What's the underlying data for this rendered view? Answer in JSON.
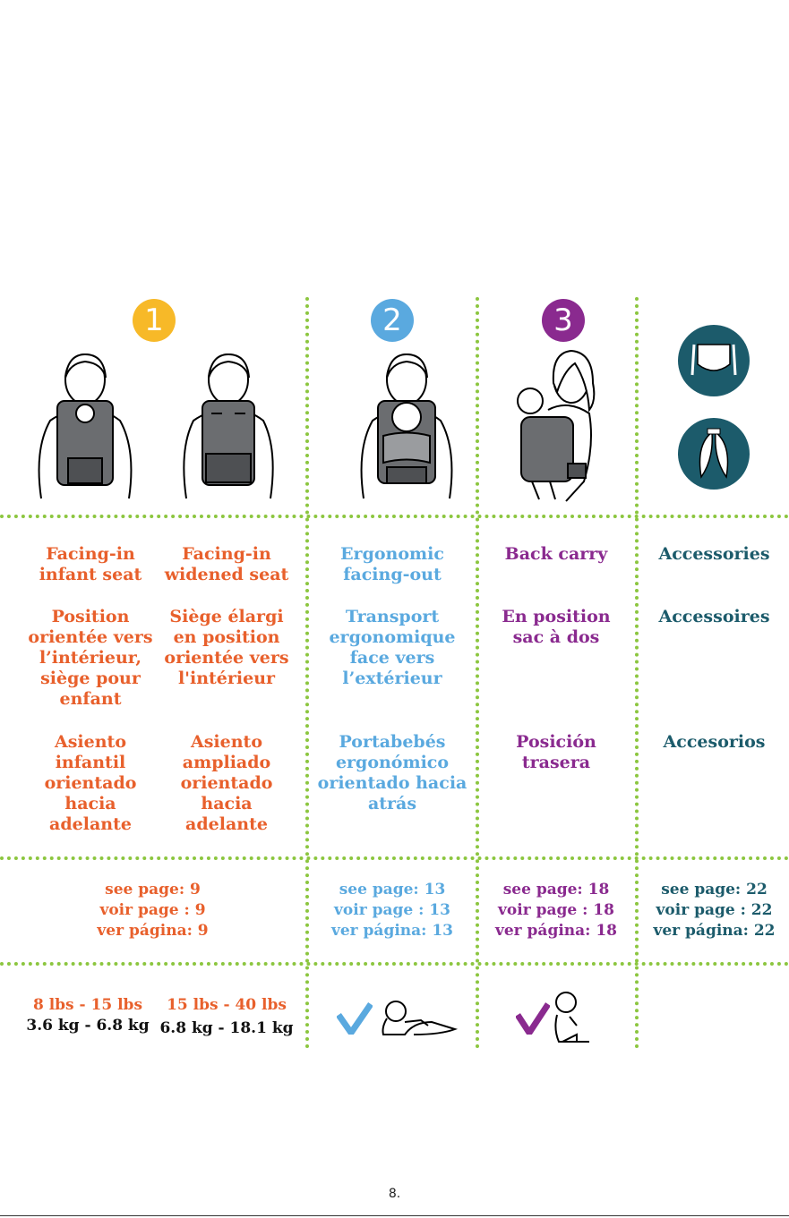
{
  "colors": {
    "orange": "#e8602c",
    "blue": "#5aa9df",
    "purple": "#8a2a8f",
    "teal": "#1c5b6b",
    "yellow_badge": "#f7b928",
    "blue_badge": "#5aa9df",
    "purple_badge": "#8a2a8f",
    "divider_green": "#8cc63f"
  },
  "badges": [
    "1",
    "2",
    "3"
  ],
  "icons": {
    "carrier_facing_in_infant": "person-carrier-facing-in-infant-illustration",
    "carrier_facing_in_widened": "person-carrier-facing-in-widened-illustration",
    "carrier_facing_out": "person-carrier-facing-out-illustration",
    "carrier_back": "person-back-carry-illustration",
    "accessory_hood": "hood-accessory-icon",
    "accessory_bibs": "drool-pads-accessory-icon",
    "check_blue": "checkmark-icon",
    "check_purple": "checkmark-icon",
    "baby_tummy": "baby-lifting-head-icon",
    "baby_sitting": "baby-sitting-icon"
  },
  "positions": {
    "col1a": {
      "en": "Facing-in\ninfant seat",
      "fr": "Position\norientée vers\nl’intérieur,\nsiège pour\nenfant",
      "es": "Asiento\ninfantil\norientado\nhacia\nadelante"
    },
    "col1b": {
      "en": "Facing-in\nwidened seat",
      "fr": "Siège élargi\nen position\norientée vers\nl'intérieur",
      "es": "Asiento\nampliado\norientado\nhacia\nadelante"
    },
    "col2": {
      "en": "Ergonomic\nfacing-out",
      "fr": "Transport\nergonomique\nface vers\nl’extérieur",
      "es": "Portabebés\nergonómico\norientado hacia\natrás"
    },
    "col3": {
      "en": "Back carry",
      "fr": "En position\nsac à dos",
      "es": "Posición\ntrasera"
    },
    "col4": {
      "en": "Accessories",
      "fr": "Accessoires",
      "es": "Accesorios"
    }
  },
  "pages": {
    "col1": "see page: 9\nvoir page : 9\nver página: 9",
    "col2": "see page: 13\nvoir page : 13\nver página: 13",
    "col3": "see page: 18\nvoir page : 18\nver página: 18",
    "col4": "see page: 22\nvoir page : 22\nver página: 22"
  },
  "weights": {
    "col1a_lbs": "8 lbs - 15 lbs",
    "col1a_kg": "3.6 kg - 6.8 kg",
    "col1b_lbs": "15 lbs - 40 lbs",
    "col1b_kg": "6.8 kg - 18.1 kg"
  },
  "page_number": "8."
}
